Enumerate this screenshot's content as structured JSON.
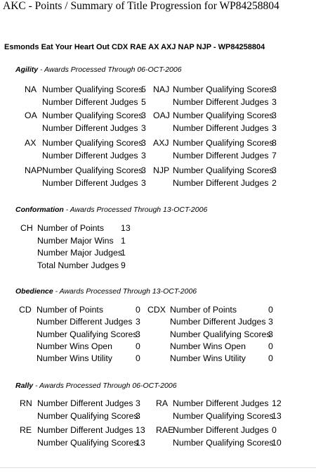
{
  "doc_title": "AKC - Points / Summary of Title Progression for WP84258804",
  "dog_heading": "Esmonds Eat Your Heart Out CDX RAE AX AXJ NAP NJP - WP84258804",
  "sections": {
    "agility": {
      "name": "Agility",
      "subtitle": " - Awards Processed Through 06-OCT-2006",
      "left": [
        {
          "code": "NA",
          "rows": [
            {
              "label": "Number Qualifying Scores",
              "value": "5"
            },
            {
              "label": "Number Different Judges",
              "value": "5"
            }
          ]
        },
        {
          "code": "OA",
          "rows": [
            {
              "label": "Number Qualifying Scores",
              "value": "3"
            },
            {
              "label": "Number Different Judges",
              "value": "3"
            }
          ]
        },
        {
          "code": "AX",
          "rows": [
            {
              "label": "Number Qualifying Scores",
              "value": "3"
            },
            {
              "label": "Number Different Judges",
              "value": "3"
            }
          ]
        },
        {
          "code": "NAP",
          "rows": [
            {
              "label": "Number Qualifying Scores",
              "value": "3"
            },
            {
              "label": "Number Different Judges",
              "value": "3"
            }
          ]
        }
      ],
      "right": [
        {
          "code": "NAJ",
          "rows": [
            {
              "label": "Number Qualifying Scores",
              "value": "3"
            },
            {
              "label": "Number Different Judges",
              "value": "3"
            }
          ]
        },
        {
          "code": "OAJ",
          "rows": [
            {
              "label": "Number Qualifying Scores",
              "value": "3"
            },
            {
              "label": "Number Different Judges",
              "value": "3"
            }
          ]
        },
        {
          "code": "AXJ",
          "rows": [
            {
              "label": "Number Qualifying Scores",
              "value": "8"
            },
            {
              "label": "Number Different Judges",
              "value": "7"
            }
          ]
        },
        {
          "code": "NJP",
          "rows": [
            {
              "label": "Number Qualifying Scores",
              "value": "3"
            },
            {
              "label": "Number Different Judges",
              "value": "2"
            }
          ]
        }
      ]
    },
    "conformation": {
      "name": "Conformation",
      "subtitle": " - Awards Processed Through 13-OCT-2006",
      "code": "CH",
      "rows": [
        {
          "label": "Number of Points",
          "value": "13"
        },
        {
          "label": "Number Major Wins",
          "value": "1"
        },
        {
          "label": "Number Major Judges",
          "value": "1"
        },
        {
          "label": "Total Number Judges",
          "value": "9"
        }
      ]
    },
    "obedience": {
      "name": "Obedience",
      "subtitle": " - Awards Processed Through 13-OCT-2006",
      "left": {
        "code": "CD",
        "rows": [
          {
            "label": "Number of Points",
            "value": "0"
          },
          {
            "label": "Number Different Judges",
            "value": "3"
          },
          {
            "label": "Number Qualifying Scores",
            "value": "3"
          },
          {
            "label": "Number Wins Open",
            "value": "0"
          },
          {
            "label": "Number Wins Utility",
            "value": "0"
          }
        ]
      },
      "right": {
        "code": "CDX",
        "rows": [
          {
            "label": "Number of Points",
            "value": "0"
          },
          {
            "label": "Number Different Judges",
            "value": "3"
          },
          {
            "label": "Number Qualifying Scores",
            "value": "3"
          },
          {
            "label": "Number Wins Open",
            "value": "0"
          },
          {
            "label": "Number Wins Utility",
            "value": "0"
          }
        ]
      }
    },
    "rally": {
      "name": "Rally",
      "subtitle": " - Awards Processed Through 06-OCT-2006",
      "left": [
        {
          "code": "RN",
          "rows": [
            {
              "label": "Number Different Judges",
              "value": "3"
            },
            {
              "label": "Number Qualifying Scores",
              "value": "3"
            }
          ]
        },
        {
          "code": "RE",
          "rows": [
            {
              "label": "Number Different Judges",
              "value": "13"
            },
            {
              "label": "Number Qualifying Scores",
              "value": "13"
            }
          ]
        }
      ],
      "right": [
        {
          "code": "RA",
          "rows": [
            {
              "label": "Number Different Judges",
              "value": "12"
            },
            {
              "label": "Number Qualifying Scores",
              "value": "13"
            }
          ]
        },
        {
          "code": "RAE",
          "rows": [
            {
              "label": "Number Different Judges",
              "value": "0"
            },
            {
              "label": "Number Qualifying Scores",
              "value": "10"
            }
          ]
        }
      ]
    }
  }
}
